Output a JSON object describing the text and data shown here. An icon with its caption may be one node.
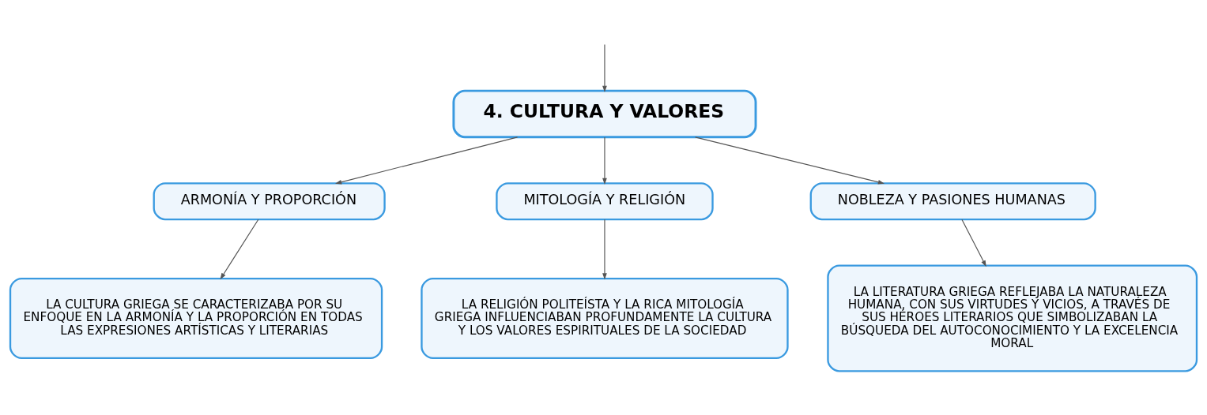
{
  "diagram": {
    "nodes": [
      {
        "text": [
          "4. CULTURA Y VALORES"
        ]
      },
      {
        "text": [
          "ARMONÍA Y PROPORCIÓN"
        ]
      },
      {
        "text": [
          "MITOLOGÍA Y RELIGIÓN"
        ]
      },
      {
        "text": [
          "NOBLEZA Y PASIONES HUMANAS"
        ]
      },
      {
        "text": [
          "LA CULTURA GRIEGA SE CARACTERIZABA POR SU ENFOQUE EN LA ARMONÍA Y LA PROPORCIÓN EN TODAS LAS EXPRESIONES ARTÍSTICAS Y LITERARIAS"
        ]
      },
      {
        "text": [
          "LA RELIGIÓN POLITEÍSTA Y LA RICA MITOLOGÍA GRIEGA INFLUENCIABAN PROFUNDAMENTE LA CULTURA Y LOS VALORES ESPIRITUALES DE LA SOCIEDAD"
        ]
      },
      {
        "text": [
          "LA LITERATURA GRIEGA REFLEJABA LA NATURALEZA HUMANA, CON SUS VIRTUDES Y VICIOS, A TRAVÉS DE SUS HÉROES LITERARIOS QUE SIMBOLIZABAN LA BÚSQUEDA DEL AUTOCONOCIMIENTO Y LA EXCELENCIA MORAL"
        ]
      }
    ],
    "edges": [
      {
        "from": null,
        "to": 0,
        "arrow": "to"
      },
      {
        "from": 0,
        "to": 1,
        "arrow": "to"
      },
      {
        "from": 0,
        "to": 2,
        "arrow": "to"
      },
      {
        "from": 0,
        "to": 3,
        "arrow": "to"
      },
      {
        "from": 1,
        "to": 4,
        "arrow": "to"
      },
      {
        "from": 2,
        "to": 5,
        "arrow": "to"
      },
      {
        "from": 3,
        "to": 6,
        "arrow": "to"
      }
    ]
  }
}
